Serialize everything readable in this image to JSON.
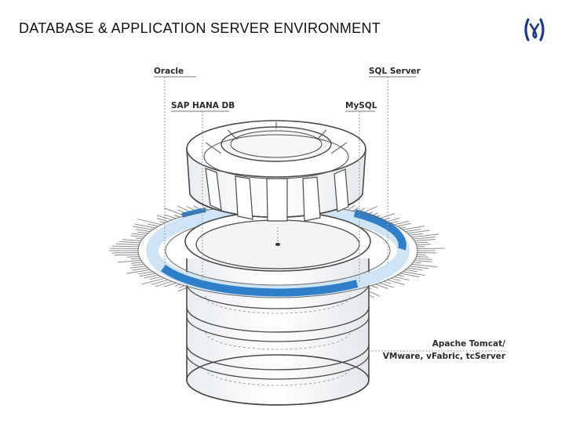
{
  "slide": {
    "title": "DATABASE & APPLICATION SERVER ENVIRONMENT",
    "logo_text": "(ɣ)"
  },
  "colors": {
    "accent_blue": "#2f7fc8",
    "light_blue": "#cfe4f5",
    "outline": "#4a4a4a",
    "leader_line": "#9a9a9a"
  },
  "labels": {
    "oracle": "Oracle",
    "sql_server": "SQL Server",
    "sap_hana": "SAP HANA DB",
    "mysql": "MySQL",
    "tomcat_line1": "Apache Tomcat/",
    "tomcat_line2": "VMware, vFabric, tcServer"
  },
  "icons": {
    "logo": "bracketed-glyph-logo"
  }
}
